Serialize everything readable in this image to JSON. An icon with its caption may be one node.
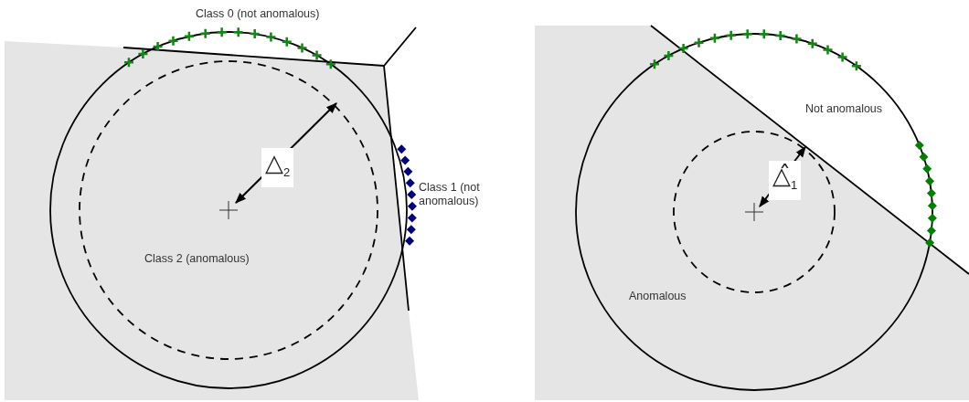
{
  "diagram": {
    "labels": [
      "Class 0 (not anomalous)",
      "Class 1 (not anomalous)",
      "△$_{2}$",
      "Class 2 (anomalous)",
      "Not anomalous",
      "△̂$_{1}$",
      "Anomalous"
    ]
  }
}
